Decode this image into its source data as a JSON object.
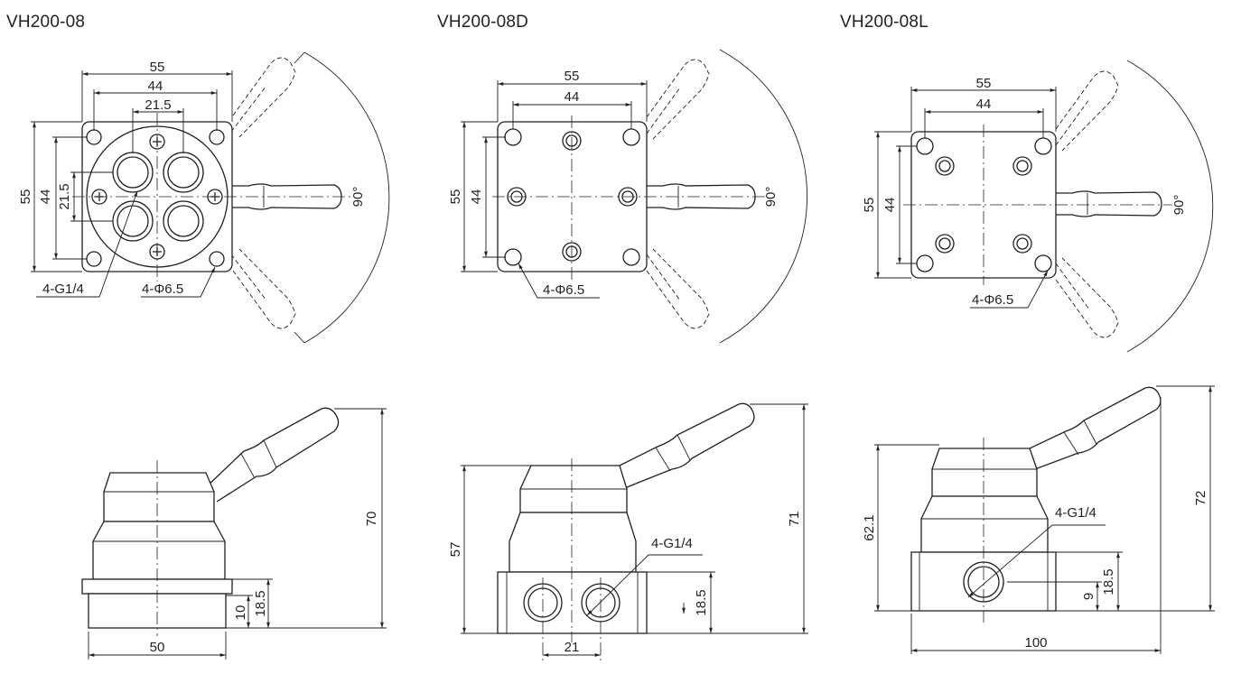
{
  "models": [
    {
      "name": "VH200-08",
      "top_view": {
        "dims": [
          "55",
          "44",
          "21.5",
          "55",
          "44",
          "21.5"
        ],
        "angle": "90°",
        "callouts": [
          "4-G1/4",
          "4-Φ6.5"
        ]
      },
      "side_view": {
        "dims": [
          "70",
          "10",
          "18.5",
          "50"
        ]
      }
    },
    {
      "name": "VH200-08D",
      "top_view": {
        "dims": [
          "55",
          "44",
          "55",
          "44"
        ],
        "angle": "90°",
        "callouts": [
          "4-Φ6.5"
        ]
      },
      "side_view": {
        "dims": [
          "57",
          "71",
          "18.5",
          "21"
        ],
        "callouts": [
          "4-G1/4"
        ]
      }
    },
    {
      "name": "VH200-08L",
      "top_view": {
        "dims": [
          "55",
          "44",
          "55",
          "44"
        ],
        "angle": "90°",
        "callouts": [
          "4-Φ6.5"
        ]
      },
      "side_view": {
        "dims": [
          "62.1",
          "72",
          "18.5",
          "9",
          "100"
        ],
        "callouts": [
          "4-G1/4"
        ]
      }
    }
  ]
}
